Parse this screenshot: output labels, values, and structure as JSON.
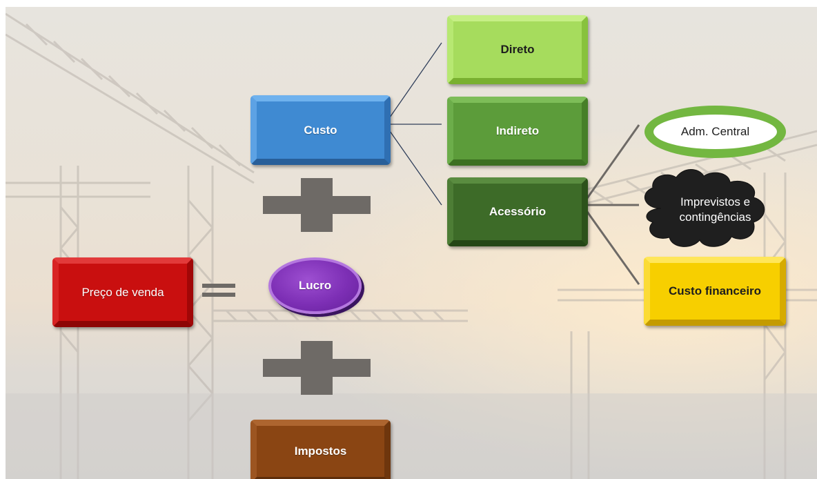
{
  "diagram": {
    "preco_label": "Preço de venda",
    "custo_label": "Custo",
    "lucro_label": "Lucro",
    "impostos_label": "Impostos",
    "direto_label": "Direto",
    "indireto_label": "Indireto",
    "acessorio_label": "Acessório",
    "adm_label": "Adm. Central",
    "imprevistos_label": "Imprevistos e contingências",
    "custo_financeiro_label": "Custo financeiro"
  },
  "colors": {
    "custo": "#3f8ad2",
    "direto": "#a6dc5d",
    "indireto": "#5c9c3a",
    "acessorio": "#3d6b28",
    "preco": "#c90f0f",
    "lucro": "#7d2fb5",
    "impostos": "#8a4513",
    "adm_ring": "#73b741",
    "cloud": "#1f1f1f",
    "custo_financeiro": "#f7cf00",
    "operator": "#6e6a66"
  }
}
